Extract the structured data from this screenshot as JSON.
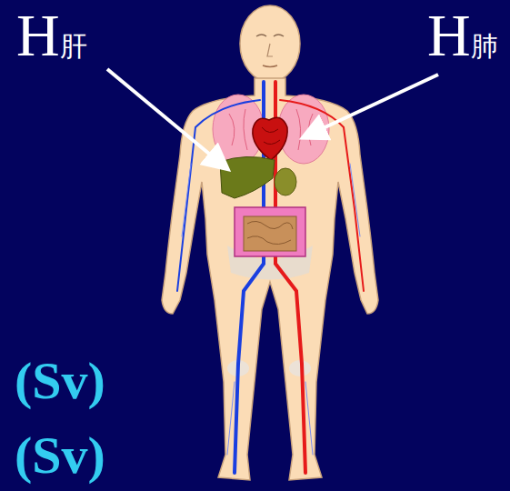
{
  "diagram": {
    "labels": [
      "H肝",
      "H肺",
      "(Sv)",
      "(Sv)"
    ]
  }
}
